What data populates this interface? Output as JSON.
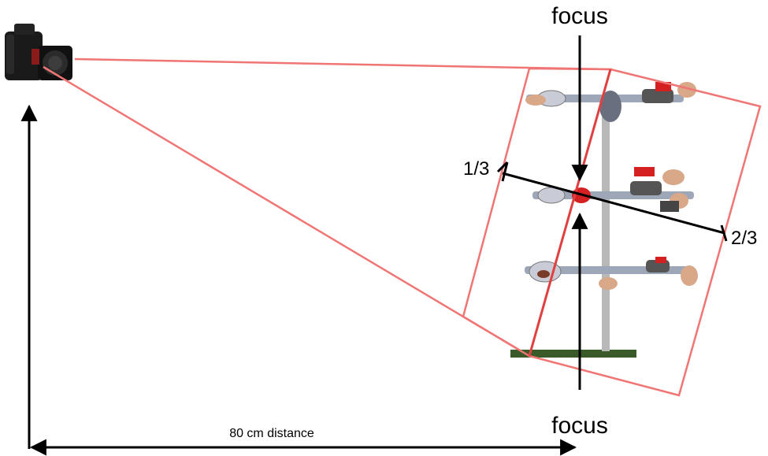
{
  "labels": {
    "focus_top": "focus",
    "focus_bottom": "focus",
    "third_left": "1/3",
    "third_right": "2/3",
    "distance": "80 cm distance"
  },
  "icons": {
    "camera": "camera-icon",
    "specimen": "specimen-rack-icon"
  },
  "colors": {
    "frustum": "#f07575",
    "focal_plane": "#e04040",
    "arrows": "#000000",
    "base": "#3a5a2a",
    "rod": "#b8b8b8"
  }
}
